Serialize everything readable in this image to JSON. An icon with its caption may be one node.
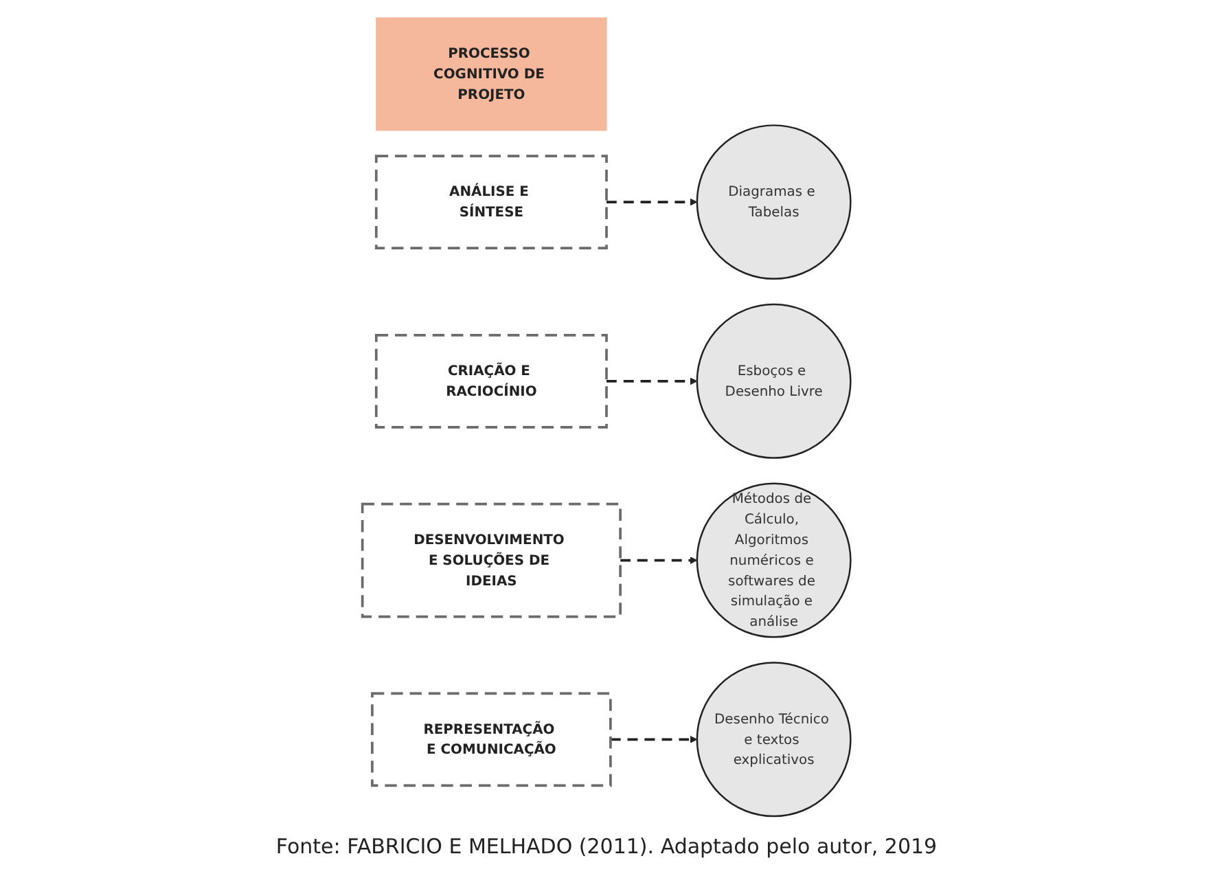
{
  "diagram": {
    "caption": "Fonte: FABRICIO E MELHADO (2011). Adaptado pelo autor, 2019",
    "nodes": [
      {
        "text": [
          "PROCESSO COGNITIVO DE PROJETO"
        ]
      },
      {
        "text": [
          "ANÁLISE E SÍNTESE"
        ]
      },
      {
        "text": [
          "Diagramas e Tabelas"
        ]
      },
      {
        "text": [
          "CRIAÇÃO E RACIOCÍNIO"
        ]
      },
      {
        "text": [
          "Esboços e Desenho Livre"
        ]
      },
      {
        "text": [
          "DESENVOLVIMENTO E SOLUÇÕES DE IDEIAS"
        ]
      },
      {
        "text": [
          "Métodos de Cálculo, Algoritmos numéricos e softwares de simulação e análise"
        ]
      },
      {
        "text": [
          "REPRESENTAÇÃO E COMUNICAÇÃO"
        ]
      },
      {
        "text": [
          "Desenho Técnico e textos explicativos"
        ]
      }
    ],
    "edges": [
      {
        "from": 1,
        "to": 2,
        "arrow": "to",
        "style": "dashed"
      },
      {
        "from": 3,
        "to": 4,
        "arrow": "to",
        "style": "dashed"
      },
      {
        "from": 5,
        "to": 6,
        "arrow": "to",
        "style": "dashed"
      },
      {
        "from": 7,
        "to": 8,
        "arrow": "to",
        "style": "dashed"
      }
    ]
  }
}
